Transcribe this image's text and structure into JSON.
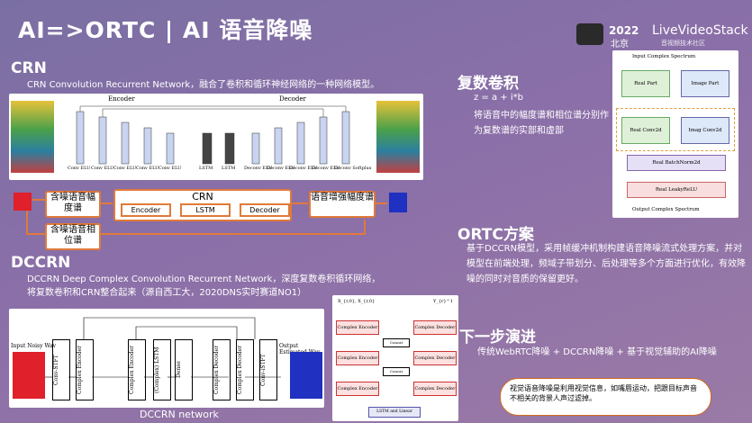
{
  "header": {
    "title": "AI=>ORTC | AI 语音降噪",
    "year": "2022",
    "city": "北京",
    "brand": "LiveVideoStack",
    "brand_sub": "音视频技术社区"
  },
  "crn": {
    "heading": "CRN",
    "desc": "CRN Convolution Recurrent Network，融合了卷积和循环神经网络的一种网络模型。",
    "encoder_label": "Encoder",
    "decoder_label": "Decoder",
    "layers": [
      "Conv ELU",
      "Conv ELU",
      "Conv ELU",
      "Conv ELU",
      "Conv ELU",
      "LSTM",
      "LSTM",
      "Deconv ELU",
      "Deconv ELU",
      "Deconv ELU",
      "Deconv ELU",
      "Deconv Softplus"
    ],
    "flow": {
      "noisy_mag": "含噪语音幅度谱",
      "noisy_phase": "含噪语音相位谱",
      "block_title": "CRN",
      "encoder": "Encoder",
      "lstm": "LSTM",
      "decoder": "Decoder",
      "enhanced_mag": "语音增强幅度谱"
    }
  },
  "dccrn": {
    "heading": "DCCRN",
    "desc": "DCCRN Deep Complex Convolution Recurrent Network，深度复数卷积循环网络，将复数卷积和CRN整合起来（源自西工大，2020DNS实时赛道NO1）",
    "input_label": "Input Noisy Wav",
    "output_label": "Output Estimated Wav",
    "stages": [
      "Conv-STFT",
      "Complex Encoder",
      "Complex Encoder",
      "(Complex) LSTM",
      "Dense",
      "Complex Decoder",
      "Complex Decoder",
      "Conv-iSTFT"
    ],
    "caption": "DCCRN network",
    "detail": {
      "x_labels": [
        "X_{r,0}, X_{r,0}",
        "Y_{r}^1"
      ],
      "encoder": "Complex Encoder",
      "decoder": "Complex Decoder",
      "concat": "Concat",
      "lstm": "LSTM and Linear"
    }
  },
  "complex_conv": {
    "heading": "复数卷积",
    "formula": "z = a + i*b",
    "desc": "将语音中的幅度谱和相位谱分别作为复数谱的实部和虚部",
    "diagram": {
      "input": "Input Complex Spectrum",
      "real": "Real Part",
      "imag": "Image Part",
      "real_conv": "Real Conv2d",
      "imag_conv": "Imag Conv2d",
      "bn": "Real BatchNorm2d",
      "relu": "Real LeakyReLU",
      "output": "Output Complex Spectrum"
    }
  },
  "ortc": {
    "heading": "ORTC方案",
    "desc": "基于DCCRN模型，采用帧缓冲机制构建语音降噪流式处理方案，并对模型在前端处理，频域子带划分、后处理等多个方面进行优化，有效降噪的同时对音质的保留更好。"
  },
  "next": {
    "heading": "下一步演进",
    "desc": "传统WebRTC降噪 + DCCRN降噪 + 基于视觉辅助的AI降噪",
    "callout": "视觉语音降噪是利用视觉信息，如嘴唇运动，把跟目标声音不相关的背景人声过滤掉。"
  },
  "colors": {
    "background": "#8b6fa8",
    "accent": "#e07a3a",
    "white": "#ffffff"
  }
}
